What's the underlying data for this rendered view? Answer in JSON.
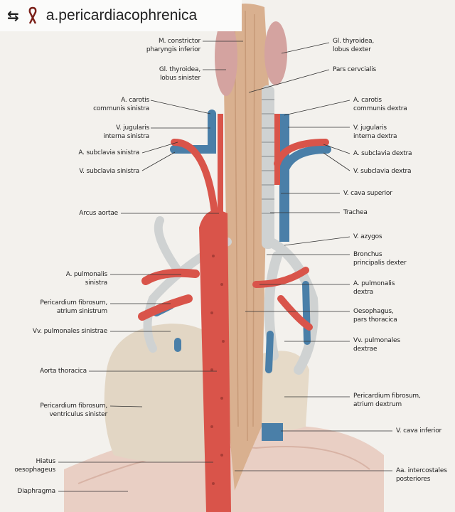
{
  "header": {
    "username": "a.pericardiacophrenica",
    "repost_icon": "repost-icon",
    "ribbon_icon": "awareness-ribbon-icon"
  },
  "labels_left": [
    {
      "id": "constrictor",
      "lines": [
        "M. constrictor",
        "pharyngis inferior"
      ]
    },
    {
      "id": "thyroid-sin",
      "lines": [
        "Gl. thyroidea,",
        "lobus sinister"
      ]
    },
    {
      "id": "carotis-sin",
      "lines": [
        "A. carotis",
        "communis sinistra"
      ]
    },
    {
      "id": "jugularis-sin",
      "lines": [
        "V. jugularis",
        "interna sinistra"
      ]
    },
    {
      "id": "a-subclavia-sin",
      "lines": [
        "A. subclavia sinistra"
      ]
    },
    {
      "id": "v-subclavia-sin",
      "lines": [
        "V. subclavia sinistra"
      ]
    },
    {
      "id": "arcus",
      "lines": [
        "Arcus aortae"
      ]
    },
    {
      "id": "a-pulm-sin",
      "lines": [
        "A. pulmonalis",
        "sinistra"
      ]
    },
    {
      "id": "perif-atrium-sin",
      "lines": [
        "Pericardium fibrosum,",
        "atrium sinistrum"
      ]
    },
    {
      "id": "vv-pulm-sin",
      "lines": [
        "Vv. pulmonales sinistrae"
      ]
    },
    {
      "id": "aorta-thor",
      "lines": [
        "Aorta thoracica"
      ]
    },
    {
      "id": "perif-ventr-sin",
      "lines": [
        "Pericardium fibrosum,",
        "ventriculus sinister"
      ]
    },
    {
      "id": "hiatus",
      "lines": [
        "Hiatus",
        "oesophageus"
      ]
    },
    {
      "id": "diaphragma",
      "lines": [
        "Diaphragma"
      ]
    }
  ],
  "labels_right": [
    {
      "id": "thyroid-dex",
      "lines": [
        "Gl. thyroidea,",
        "lobus dexter"
      ]
    },
    {
      "id": "pars-cerv",
      "lines": [
        "Pars cervcialis"
      ]
    },
    {
      "id": "carotis-dex",
      "lines": [
        "A. carotis",
        "communis dextra"
      ]
    },
    {
      "id": "jugularis-dex",
      "lines": [
        "V. jugularis",
        "interna dextra"
      ]
    },
    {
      "id": "a-subclavia-dex",
      "lines": [
        "A. subclavia dextra"
      ]
    },
    {
      "id": "v-subclavia-dex",
      "lines": [
        "V. subclavia dextra"
      ]
    },
    {
      "id": "cava-sup",
      "lines": [
        "V. cava superior"
      ]
    },
    {
      "id": "trachea",
      "lines": [
        "Trachea"
      ]
    },
    {
      "id": "azygos",
      "lines": [
        "V. azygos"
      ]
    },
    {
      "id": "bronchus",
      "lines": [
        "Bronchus",
        "principalis dexter"
      ]
    },
    {
      "id": "a-pulm-dex",
      "lines": [
        "A. pulmonalis",
        "dextra"
      ]
    },
    {
      "id": "oesophagus",
      "lines": [
        "Oesophagus,",
        "pars thoracica"
      ]
    },
    {
      "id": "vv-pulm-dex",
      "lines": [
        "Vv. pulmonales",
        "dextrae"
      ]
    },
    {
      "id": "perif-atrium-dex",
      "lines": [
        "Pericardium fibrosum,",
        "atrium dextrum"
      ]
    },
    {
      "id": "cava-inf",
      "lines": [
        "V. cava inferior"
      ]
    },
    {
      "id": "intercostales",
      "lines": [
        "Aa. intercostales",
        "posteriores"
      ]
    }
  ],
  "colors": {
    "artery": "#d9544a",
    "vein": "#4a7fa8",
    "esophagus": "#d9b08f",
    "background": "#f3f1ed"
  }
}
